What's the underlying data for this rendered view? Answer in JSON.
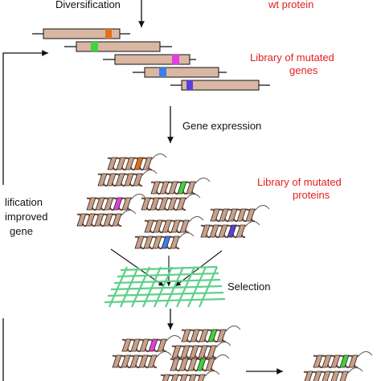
{
  "labels": {
    "diversification": "Diversification",
    "wt_protein": "wt protein",
    "library_genes_line1": "Library of mutated",
    "library_genes_line2": "genes",
    "gene_expression": "Gene expression",
    "library_proteins_line1": "Library of mutated",
    "library_proteins_line2": "proteins",
    "selection": "Selection",
    "amplification_line1": "lification",
    "amplification_line2": "improved",
    "amplification_line3": "gene"
  },
  "colors": {
    "gene_bar": "#d9b7a3",
    "helix": "#c9a08a",
    "mesh": "#5fd08a",
    "label_red": "#e31e1e",
    "mut_orange": "#e0701b",
    "mut_green": "#3fd13f",
    "mut_magenta": "#e040e0",
    "mut_blue": "#3c7de8",
    "mut_indigo": "#5a3fd8"
  }
}
